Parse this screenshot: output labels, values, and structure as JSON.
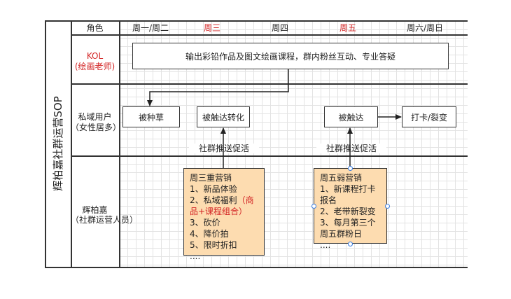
{
  "title": "辉柏嘉社群运营SOP",
  "header": {
    "role": "角色",
    "days": [
      "周一/周二",
      "周三",
      "周四",
      "周五",
      "周六/周日"
    ],
    "day_colors": [
      "#222222",
      "#d32424",
      "#222222",
      "#d32424",
      "#222222"
    ]
  },
  "rows": {
    "kol": {
      "line1": "KOL",
      "line2": "(绘画老师)"
    },
    "private": {
      "line1": "私域用户",
      "line2": "（女性居多）"
    },
    "brand": {
      "line1": "辉柏嘉",
      "line2": "（社群运营人员）"
    }
  },
  "kol_box": "输出彩铅作品及图文绘画课程，群内粉丝互动、专业答疑",
  "user_boxes": {
    "seeded": "被种草",
    "converted": "被触达转化",
    "reached": "被触达",
    "checkin": "打卡/裂变"
  },
  "push_labels": [
    "社群推送促活",
    "社群推送促活"
  ],
  "wed_note": {
    "title": "周三重营销",
    "items": [
      "1、新品体验",
      "2、私域福利",
      "3、砍价",
      "4、降价拍",
      "5、限时折扣",
      "...."
    ],
    "highlight": "（商品+课程组合）"
  },
  "fri_note": {
    "title": "周五弱营销",
    "items": [
      "1、新课程打卡报名",
      "2、老带新裂变",
      "3、每月第三个周五群粉日",
      "...."
    ]
  },
  "colors": {
    "accent_red": "#d32424",
    "note_fill": "#fddcb0",
    "handle_blue": "#3b7de0"
  }
}
